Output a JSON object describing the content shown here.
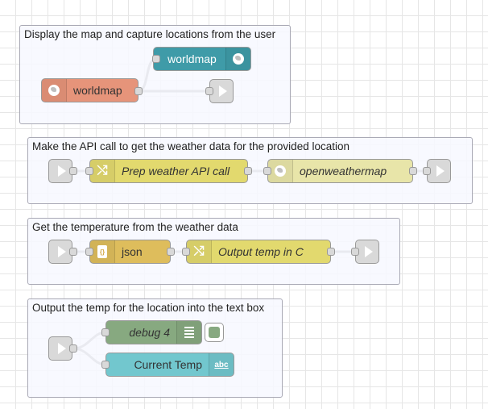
{
  "groups": [
    {
      "label": "Display the map and capture locations from the user"
    },
    {
      "label": "Make the API call to get the weather data for the provided location"
    },
    {
      "label": "Get the temperature from the weather data"
    },
    {
      "label": "Output the temp for the location into the text box"
    }
  ],
  "nodes": {
    "worldmap_out": {
      "label": "worldmap",
      "icon": "globe-icon",
      "color": "#3f9ba8"
    },
    "worldmap_in": {
      "label": "worldmap",
      "icon": "globe-icon",
      "color": "#e6947a"
    },
    "prep_weather": {
      "label": "Prep weather API call",
      "icon": "shuffle-icon",
      "color": "#e2d96e"
    },
    "openweathermap": {
      "label": "openweathermap",
      "icon": "globe-icon",
      "color": "#e8e5a9"
    },
    "json": {
      "label": "json",
      "icon": "json-icon",
      "color": "#debd5c"
    },
    "output_temp": {
      "label": "Output temp in C",
      "icon": "shuffle-icon",
      "color": "#e2d96e"
    },
    "debug": {
      "label": "debug 4",
      "icon": "list-icon",
      "color": "#87a980"
    },
    "current_temp": {
      "label": "Current Temp",
      "icon": "abc-icon",
      "color": "#72c7ce"
    }
  },
  "link_nodes": [
    "link-out",
    "link-in"
  ]
}
